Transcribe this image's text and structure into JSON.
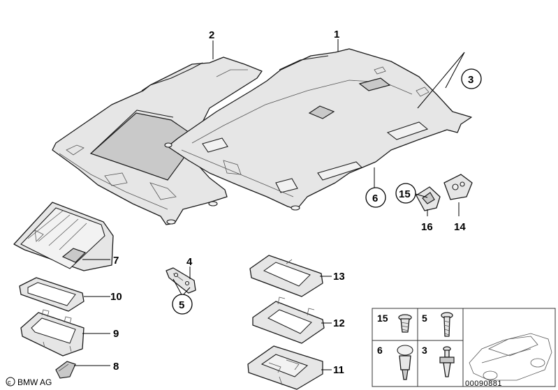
{
  "callouts": {
    "c1": "1",
    "c2": "2",
    "c3": "3",
    "c4": "4",
    "c5": "5",
    "c6": "6",
    "c7": "7",
    "c8": "8",
    "c9": "9",
    "c10": "10",
    "c11": "11",
    "c12": "12",
    "c13": "13",
    "c14": "14",
    "c15": "15",
    "c16": "16"
  },
  "fastener_table": {
    "cells": [
      "15",
      "5",
      "6",
      "3"
    ]
  },
  "footer": {
    "brand": "BMW AG",
    "reference": "00090881"
  }
}
